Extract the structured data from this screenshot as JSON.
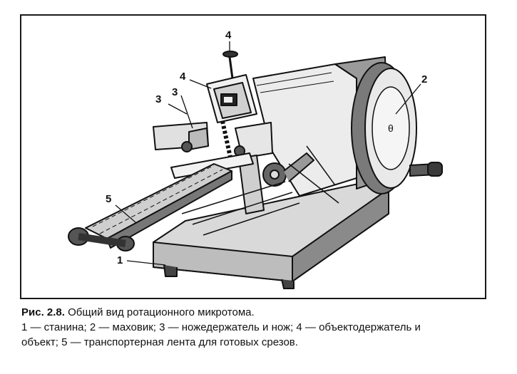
{
  "figure": {
    "callouts": [
      {
        "id": "c4-top",
        "label": "4"
      },
      {
        "id": "c4-mid",
        "label": "4"
      },
      {
        "id": "c3-a",
        "label": "3"
      },
      {
        "id": "c3-b",
        "label": "3"
      },
      {
        "id": "c2",
        "label": "2"
      },
      {
        "id": "c5",
        "label": "5"
      },
      {
        "id": "c1",
        "label": "1"
      }
    ]
  },
  "caption": {
    "figure_number": "Рис. 2.8.",
    "title": "Общий вид ротационного микротома.",
    "legend_line1": "1 — станина; 2 — маховик; 3 — ножедержатель и нож; 4 — объектодержатель и",
    "legend_line2": "объект; 5 — транспортерная лента для готовых срезов."
  }
}
